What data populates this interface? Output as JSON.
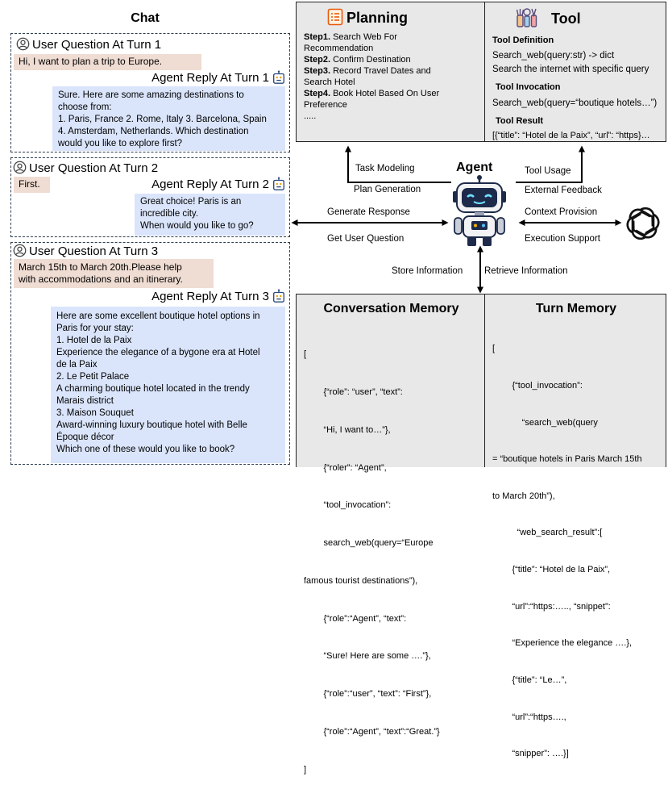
{
  "chat": {
    "title": "Chat",
    "turn1": {
      "user_heading": "User Question At Turn 1",
      "user_text": "Hi, I want to plan a trip to Europe.",
      "agent_heading": "Agent Reply At Turn 1",
      "agent_lines": [
        "Sure. Here are some amazing destinations to",
        "choose from:",
        "1. Paris, France 2. Rome, Italy 3. Barcelona, Spain",
        "4. Amsterdam, Netherlands. Which destination",
        "would you like to explore first?"
      ]
    },
    "turn2": {
      "user_heading": "User Question At Turn 2",
      "user_text": "First.",
      "agent_heading": "Agent Reply At Turn 2",
      "agent_lines": [
        "Great choice! Paris is an",
        "incredible city.",
        "When would you like to go?"
      ]
    },
    "turn3": {
      "user_heading": "User Question At Turn 3",
      "user_lines": [
        "March 15th to March 20th.Please help",
        "with accommodations and an itinerary."
      ],
      "agent_heading": "Agent Reply At Turn 3",
      "agent_lines": [
        "Here are some excellent boutique hotel options in",
        "Paris for your stay:",
        "1. Hotel de la Paix",
        "Experience the elegance of a bygone era at Hotel",
        "de la Paix",
        "2. Le Petit Palace",
        "A charming boutique hotel located in the trendy",
        "Marais district",
        "3. Maison Souquet",
        "Award-winning luxury boutique hotel with Belle",
        "Époque décor",
        "Which one of these would you like to book?"
      ]
    }
  },
  "planning": {
    "title": "Planning",
    "steps": [
      {
        "label": "Step1.",
        "text": " Search Web For",
        "cont": "Recommendation"
      },
      {
        "label": "Step2.",
        "text": " Confirm Destination",
        "cont": ""
      },
      {
        "label": "Step3.",
        "text": " Record Travel Dates and",
        "cont": "Search Hotel"
      },
      {
        "label": "Step4.",
        "text": " Book Hotel Based On User",
        "cont": "Preference"
      }
    ],
    "ellipsis": "....."
  },
  "tool": {
    "title": "Tool",
    "definition_heading": "Tool Definition",
    "definition_lines": [
      "Search_web(query:str) -> dict",
      "Search the internet with specific query"
    ],
    "invocation_heading": "Tool Invocation",
    "invocation_line": "Search_web(query=“boutique hotels…”)",
    "result_heading": "Tool Result",
    "result_line": "[{“title”: “Hotel de la Paix”, “url”: “https}…"
  },
  "agent": {
    "title": "Agent",
    "labels": {
      "task_modeling": "Task Modeling",
      "plan_generation": "Plan Generation",
      "tool_usage": "Tool Usage",
      "external_feedback": "External Feedback",
      "generate_response": "Generate Response",
      "get_user_question": "Get User Question",
      "context_provision": "Context Provision",
      "execution_support": "Execution Support",
      "store_information": "Store Information",
      "retrieve_information": "Retrieve Information"
    }
  },
  "conversation_memory": {
    "title": "Conversation Memory",
    "lines": [
      "[",
      "        {“role”: “user”, “text”:",
      "        “Hi, I want to…”},",
      "        {“roler”: “Agent”,",
      "        “tool_invocation”:",
      "        search_web(query=“Europe",
      "famous tourist destinations”),",
      "        {“role”:“Agent”, “text”:",
      "        “Sure! Here are some ….”},",
      "        {“role”:“user”, “text”: “First”},",
      "        {“role”:“Agent”, “text”:“Great.”}",
      "]"
    ]
  },
  "turn_memory": {
    "title": "Turn Memory",
    "lines": [
      "[",
      "        {“tool_invocation”:",
      "            “search_web(query",
      "= “boutique hotels in Paris March 15th",
      "to March 20th”),",
      "          “web_search_result”:[",
      "        {“title”: “Hotel de la Paix”,",
      "        “url”:“https:….., “snippet”:",
      "        “Experience the elegance ….},",
      "        {“title”: “Le…”,",
      "        “url”:“https….,",
      "        “snipper”: ….}]"
    ]
  },
  "colors": {
    "user_bubble": "#efdcd2",
    "agent_bubble": "#dae5fb",
    "panel_bg": "#e8e8e8"
  }
}
